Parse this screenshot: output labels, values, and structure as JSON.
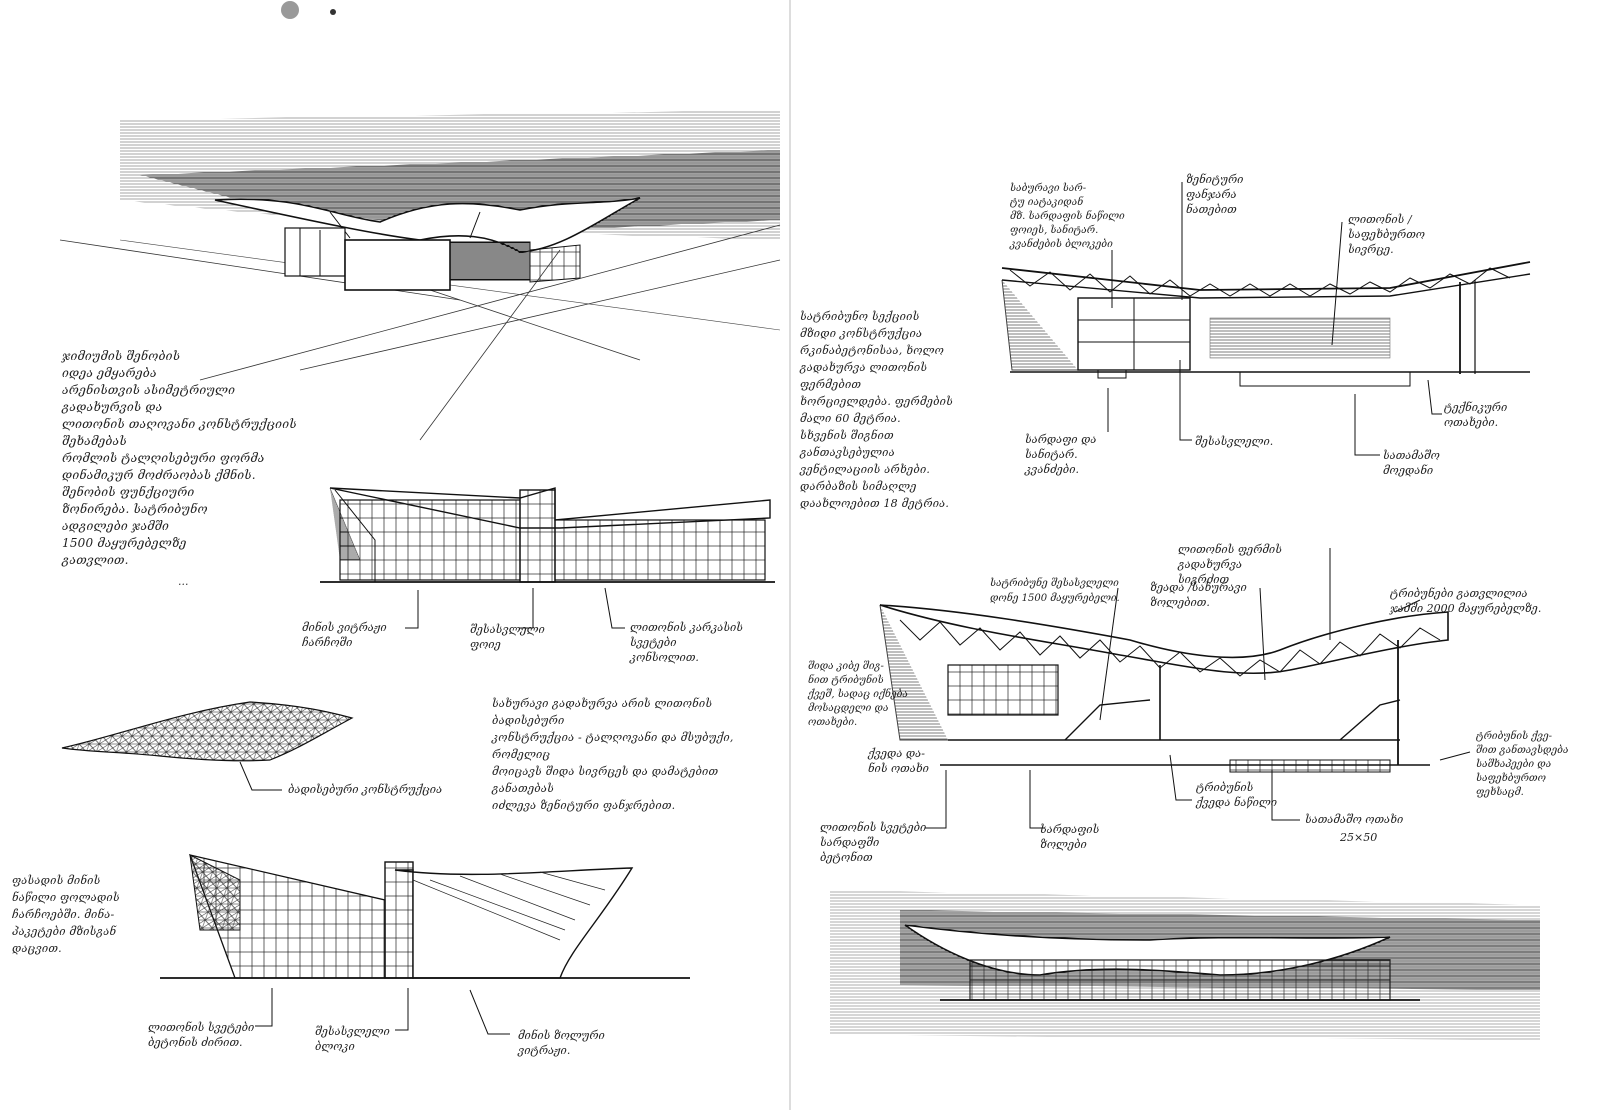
{
  "sheet": {
    "title": "",
    "left_page_number": "...",
    "colors": {
      "paper": "#ffffff",
      "ink": "#1b1b1b",
      "hatch": "#6b6b6b"
    }
  },
  "notes": {
    "design_concept": "ჯიმიუმის შენობის\nიდეა ემყარება\nარენისთვის ასიმეტრიული გადახურვის და\nლითონის თაღოვანი კონსტრუქციის შეხამებას\nრომლის ტალღისებური ფორმა\nდინამიკურ მოძრაობას ქმნის.\nშენობის ფუნქციური\nზონირება. სატრიბუნო\nადგილები ჯამში\n1500 მაყურებელზე\nგათვლით.",
    "roof_grid": "სახურავი გადახურვა არის ლითონის ბადისებური\nკონსტრუქცია - ტალღოვანი და მსუბუქი, რომელიც\nმოიცავს შიდა სივრცეს და დამატებით განათებას\nიძლევა ზენიტური ფანჯრებით.",
    "facade_glazing": "ფასადის მინის\nნაწილი ფოლადის\nჩარჩოებში. მინა-\nპაკეტები მზისგან\nდაცვით.",
    "section_structure": "სატრიბუნო სექციის\nმზიდი კონსტრუქცია\nრკინაბეტონისაა, ხოლო\nგადახურვა ლითონის ფერმებით\nხორციელდება. ფერმების\nმალი 60 მეტრია.\nსხვენის შიგნით განთავსებულია\nვენტილაციის არხები.\nდარბაზის სიმაღლე\nდაახლოებით 18 მეტრია."
  },
  "elevation_top_labels": {
    "curtain_wall": "მინის ვიტრაჟი\nჩარჩოში",
    "entrance_lobby": "შესასვლელი\nფოიე",
    "steel_frame": "ლითონის კარკასის სვეტები\nკონსოლით."
  },
  "elevation_bottom_labels": {
    "steel_columns": "ლითონის სვეტები\nბეტონის ძირით.",
    "entrance_block": "შესასვლელი\nბლოკი",
    "roof_edge": "მინის ზოლური\nვიტრაჟი."
  },
  "roof_grid_label": "ბადისებური კონსტრუქცია",
  "section_top_labels": {
    "tribune": "საბურავი სარ-\nტუ იატაკიდან\nმზ. სარდაფის ნაწილი\nფოიეს, სანიტარ.\nკვანძების ბლოკები",
    "skylight": "ზენიტური ფანჯარა\nნათებით",
    "truss": "ლითონის /საფეხბურთო\nსივრცე.",
    "foyer": "სარდაფი და სანიტარ.\nკვანძები.",
    "stage": "შესასვლელი.",
    "arena_floor": "სათამაშო მოედანი",
    "service_rooms": "ტექნიკური\nოთახები."
  },
  "section_bottom_labels": {
    "roof_truss": "ლითონის ფერმის გადახურვა\nსიგრძით",
    "tribune_seats": "სატრიბუნე შესასვლელი\nდონე 1500 მაყურებელი.",
    "seats_range": "ზეადა /სახურავი\nზოლებით.",
    "capacity": "ტრიბუნები გათვლილია\nჯამში 2000 მაყურებელზე.",
    "service": "შიდა კიბე შიგ-\nნით ტრიბუნის\nქვეშ, სადაც იქნება\nმოსაცდელი და\nოთახები.",
    "lower_foyer": "ქვედა და-\nნის ოთახი",
    "main_entrance": "ტრიბუნის\nქვედა ნაწილი",
    "columns": "ლითონის სვეტები\nსარდაფში ბეტონით",
    "structure": "სარდაფის\nზოლები",
    "arena": "სათამაშო ოთახი",
    "arena_dims": "25×50",
    "right_note": "ტრიბუნის ქვე-\nშით განთავსდება\nსაშხაპეები და\nსაფეხბურთო\nფეხსაცმ."
  }
}
